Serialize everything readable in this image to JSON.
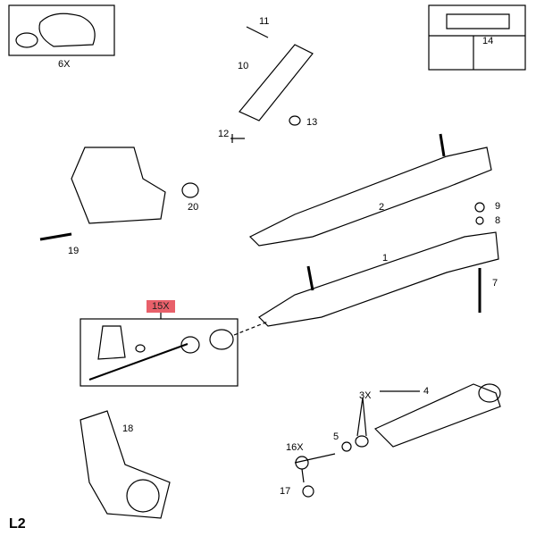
{
  "labels": {
    "p6": "6X",
    "p11": "11",
    "p10": "10",
    "p13": "13",
    "p12": "12",
    "p14": "14",
    "p20": "20",
    "p19": "19",
    "p2": "2",
    "p9": "9",
    "p8": "8",
    "p1": "1",
    "p7": "7",
    "p15": "15X",
    "p3": "3X",
    "p4": "4",
    "p18": "18",
    "p5": "5",
    "p16": "16X",
    "p17": "17"
  },
  "page_code": "L2",
  "colors": {
    "highlight": "#e8606a"
  }
}
